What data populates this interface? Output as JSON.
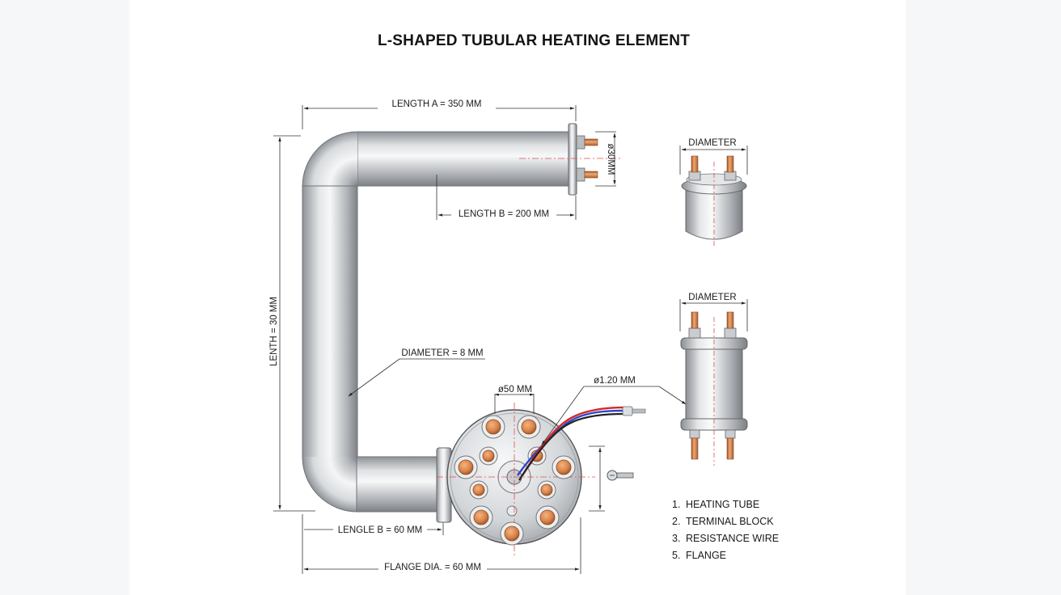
{
  "title": "L-SHAPED TUBULAR HEATING ELEMENT",
  "dimensions": {
    "length_a": "LENGTH A = 350 MM",
    "length_b_top": "LENGTH B = 200 MM",
    "vertical": "LENTH = 30 MM",
    "diameter_tube": "DIAMETER = 8 MM",
    "terminal_dia": "ø30MM",
    "flange_hole_dia": "ø50 MM",
    "wire_dia": "ø1.20 MM",
    "length_b_bottom": "LENGLE B = 60 MM",
    "flange_dia": "FLANGE DIA. = 60 MM",
    "detail_top_label": "DIAMETER",
    "detail_bottom_label": "DIAMETER"
  },
  "legend": [
    {
      "num": "1.",
      "label": "HEATING TUBE"
    },
    {
      "num": "2.",
      "label": "TERMINAL BLOCK"
    },
    {
      "num": "3.",
      "label": "RESISTANCE WIRE"
    },
    {
      "num": "5.",
      "label": "FLANGE"
    }
  ],
  "colors": {
    "tube_light": "#f3f4f5",
    "tube_dark": "#8e9297",
    "copper": "#d9844a",
    "wire_red": "#d42a2a",
    "wire_blue": "#2a45c9",
    "centerline": "#e05050"
  }
}
